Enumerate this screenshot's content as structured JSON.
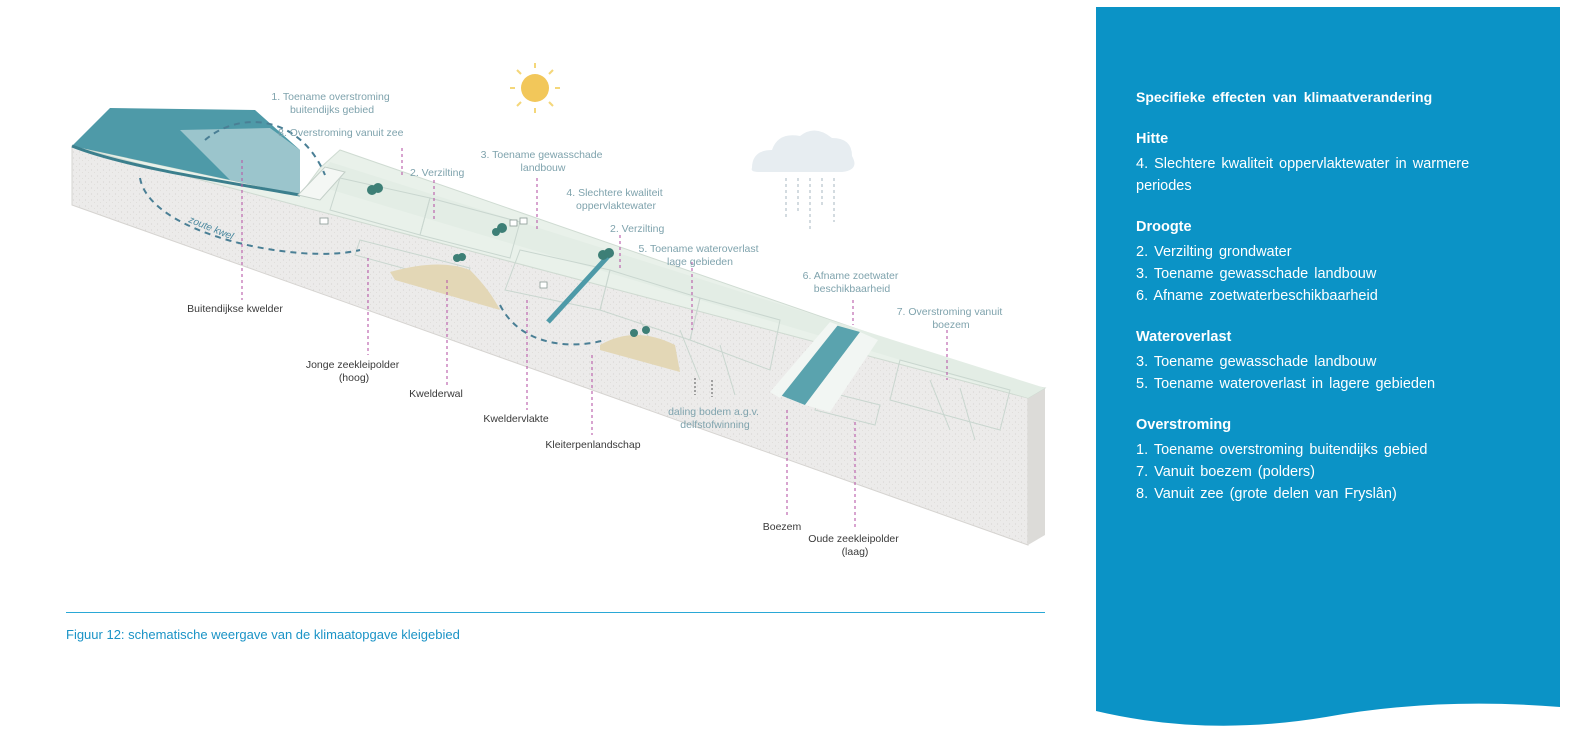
{
  "diagram": {
    "sea_labels": [
      {
        "id": "toename-overstroming",
        "lines": [
          "1. Toename overstroming",
          "buitendijks gebied"
        ]
      },
      {
        "id": "overstroming-zee",
        "lines": [
          "8. Overstroming vanuit zee"
        ]
      },
      {
        "id": "verzilting-1",
        "lines": [
          "2. Verzilting"
        ]
      },
      {
        "id": "gewasschade",
        "lines": [
          "3. Toename gewasschade",
          "landbouw"
        ]
      },
      {
        "id": "kwaliteit",
        "lines": [
          "4. Slechtere kwaliteit",
          "oppervlaktewater"
        ]
      },
      {
        "id": "verzilting-2",
        "lines": [
          "2. Verzilting"
        ]
      },
      {
        "id": "wateroverlast",
        "lines": [
          "5. Toename wateroverlast",
          "lage gebieden"
        ]
      },
      {
        "id": "zoetwater",
        "lines": [
          "6. Afname zoetwater",
          "beschikbaarheid"
        ]
      },
      {
        "id": "overstroming-boezem",
        "lines": [
          "7. Overstroming vanuit",
          "boezem"
        ]
      },
      {
        "id": "daling",
        "lines": [
          "daling bodem a.g.v.",
          "delfstofwinning"
        ]
      }
    ],
    "zoute_kwel": "zoute kwel",
    "landscape_labels": [
      {
        "id": "buitendijkse-kwelder",
        "lines": [
          "Buitendijkse kwelder"
        ]
      },
      {
        "id": "jonge-zeekleipolder",
        "lines": [
          "Jonge zeekleipolder",
          "(hoog)"
        ]
      },
      {
        "id": "kwelderwal",
        "lines": [
          "Kwelderwal"
        ]
      },
      {
        "id": "kweldervlakte",
        "lines": [
          "Kweldervlakte"
        ]
      },
      {
        "id": "kleiterpenlandschap",
        "lines": [
          "Kleiterpenlandschap"
        ]
      },
      {
        "id": "boezem",
        "lines": [
          "Boezem"
        ]
      },
      {
        "id": "oude-zeekleipolder",
        "lines": [
          "Oude zeekleipolder",
          "(laag)"
        ]
      }
    ]
  },
  "caption": "Figuur 12: schematische weergave van de klimaatopgave kleigebied",
  "panel": {
    "title": "Specifieke effecten van klimaatverandering",
    "sections": [
      {
        "title": "Hitte",
        "items": [
          "4. Slechtere kwaliteit oppervlaktewater in warmere periodes"
        ]
      },
      {
        "title": "Droogte",
        "items": [
          "2. Verzilting grondwater",
          "3. Toename gewasschade landbouw",
          "6. Afname zoetwaterbeschikbaarheid"
        ]
      },
      {
        "title": "Wateroverlast",
        "items": [
          "3. Toename gewasschade landbouw",
          "5. Toename wateroverlast in lagere gebieden"
        ]
      },
      {
        "title": "Overstroming",
        "items": [
          "1. Toename overstroming buitendijks gebied",
          "7. Vanuit boezem (polders)",
          "8. Vanuit zee (grote delen van Fryslân)"
        ]
      }
    ]
  },
  "colors": {
    "panel_blue": "#0b93c6",
    "caption_blue": "#1a93c6",
    "sea": "#4e9aa8",
    "field": "#e6efe7",
    "soil": "#ebebea",
    "sand": "#e3d7b6",
    "guide_line": "#b85aa8"
  },
  "icons": [
    "sun-icon",
    "rain-cloud-icon"
  ]
}
